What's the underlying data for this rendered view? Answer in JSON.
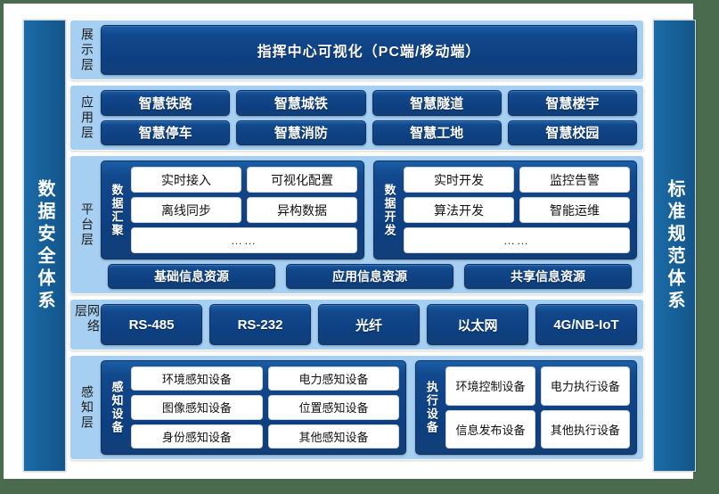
{
  "sidebars": {
    "left": "数据安全体系",
    "right": "标准规范体系"
  },
  "layers": [
    {
      "key": "display",
      "label": "展示层",
      "banner": "指挥中心可视化（PC端/移动端）"
    },
    {
      "key": "application",
      "label": "应用层",
      "rows": [
        [
          "智慧铁路",
          "智慧城铁",
          "智慧隧道",
          "智慧楼宇"
        ],
        [
          "智慧停车",
          "智慧消防",
          "智慧工地",
          "智慧校园"
        ]
      ]
    },
    {
      "key": "platform",
      "label": "平台层",
      "groups": [
        {
          "label": "数据汇聚",
          "rows": [
            [
              "实时接入",
              "可视化配置"
            ],
            [
              "离线同步",
              "异构数据"
            ]
          ],
          "more": "……"
        },
        {
          "label": "数据开发",
          "rows": [
            [
              "实时开发",
              "监控告警"
            ],
            [
              "算法开发",
              "智能运维"
            ]
          ],
          "more": "……"
        }
      ],
      "resources": [
        "基础信息资源",
        "应用信息资源",
        "共享信息资源"
      ]
    },
    {
      "key": "network",
      "label": "网络层",
      "items": [
        "RS-485",
        "RS-232",
        "光纤",
        "以太网",
        "4G/NB-IoT"
      ]
    },
    {
      "key": "sensing",
      "label": "感知层",
      "groups": [
        {
          "label": "感知设备",
          "rows": [
            [
              "环境感知设备",
              "电力感知设备"
            ],
            [
              "图像感知设备",
              "位置感知设备"
            ],
            [
              "身份感知设备",
              "其他感知设备"
            ]
          ]
        },
        {
          "label": "执行设备",
          "rows": [
            [
              "环境控制设备",
              "电力执行设备"
            ],
            [
              "信息发布设备",
              "其他执行设备"
            ]
          ]
        }
      ]
    }
  ],
  "colors": {
    "page_background": "#ffffff",
    "outer_background": "#4a6b4d",
    "layer_background": "#a7cff1",
    "box_dark_blue": "#0d3f80",
    "sidebar_blue": "#176199",
    "box_white": "#ffffff"
  }
}
